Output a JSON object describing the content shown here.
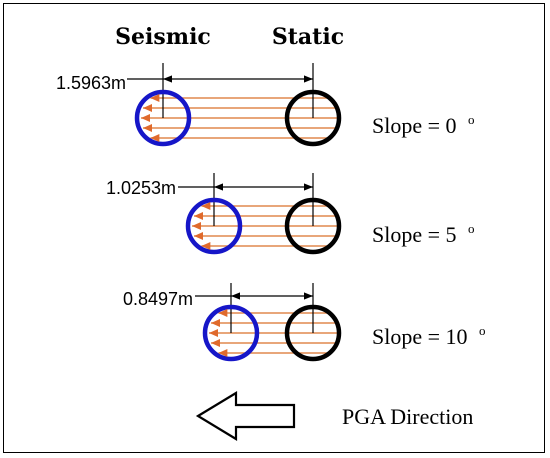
{
  "headings": {
    "seismic": "Seismic",
    "static": "Static"
  },
  "colors": {
    "seismic_ring": "#1616c8",
    "static_ring": "#000000",
    "lines": "#e0894f",
    "arrowheads": "#e06a2c"
  },
  "cases": [
    {
      "offset_label": "1.5963m",
      "slope_label": "Slope = 0",
      "slope_sup": "o"
    },
    {
      "offset_label": "1.0253m",
      "slope_label": "Slope = 5",
      "slope_sup": "o"
    },
    {
      "offset_label": "0.8497m",
      "slope_label": "Slope = 10",
      "slope_sup": "o"
    }
  ],
  "legend": {
    "label": "PGA Direction",
    "arrow_icon": "left-arrow-outline-icon"
  }
}
